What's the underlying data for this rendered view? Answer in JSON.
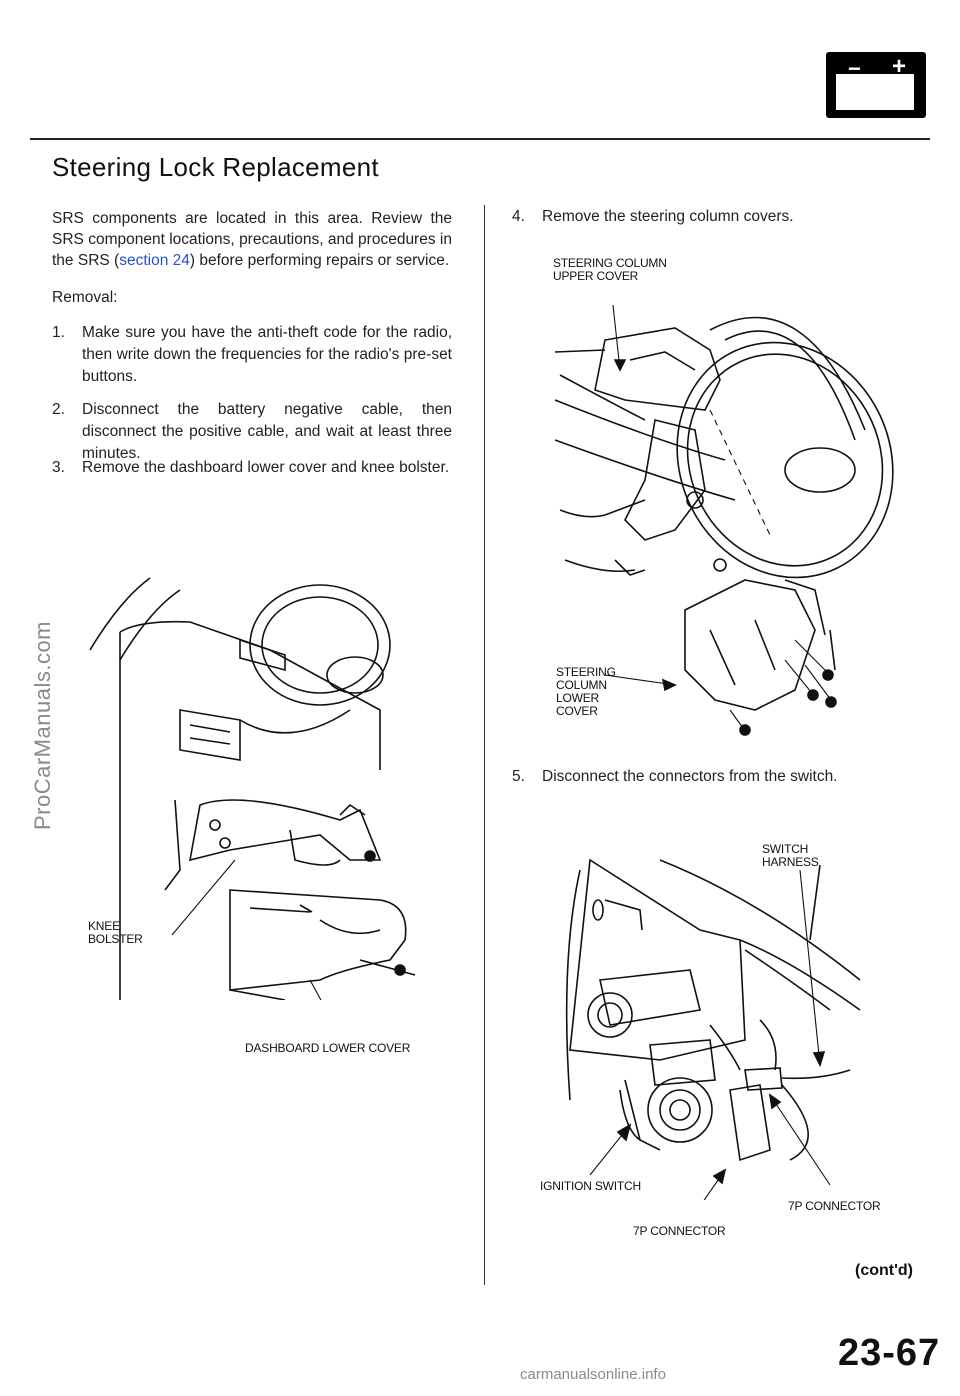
{
  "header": {
    "battery_icon": "battery-icon",
    "battery_minus": "−",
    "battery_plus": "+"
  },
  "page_title": "Steering Lock Replacement",
  "intro": {
    "pre": "SRS components are located in this area. Review the SRS component locations, precautions, and procedures in the SRS (",
    "link": "section 24",
    "post": ") before performing repairs or service."
  },
  "removal_heading": "Removal:",
  "steps": [
    {
      "num": "1.",
      "text": "Make sure you have the anti-theft code for the radio, then write down the frequencies for the radio's pre-set buttons."
    },
    {
      "num": "2.",
      "text": "Disconnect the battery negative cable, then disconnect the positive cable, and wait at least three minutes."
    },
    {
      "num": "3.",
      "text": "Remove the dashboard lower cover and knee bolster."
    },
    {
      "num": "4.",
      "text": "Remove the steering column covers."
    },
    {
      "num": "5.",
      "text": "Disconnect the connectors from the switch."
    }
  ],
  "figure1": {
    "knee_bolster": [
      "KNEE",
      "BOLSTER"
    ],
    "dashboard_lower_cover": "DASHBOARD LOWER COVER"
  },
  "figure2": {
    "upper_cover": [
      "STEERING COLUMN",
      "UPPER COVER"
    ],
    "lower_cover": [
      "STEERING",
      "COLUMN",
      "LOWER",
      "COVER"
    ]
  },
  "figure3": {
    "switch_harness": [
      "SWITCH",
      "HARNESS"
    ],
    "ignition_switch": "IGNITION SWITCH",
    "connector_a": "7P CONNECTOR",
    "connector_b": "7P CONNECTOR"
  },
  "contd": "(cont'd)",
  "page_number": "23-67",
  "watermark_side": "ProCarManuals.com",
  "watermark_footer": "carmanualsonline.info",
  "link_color": "#2a4fd6"
}
